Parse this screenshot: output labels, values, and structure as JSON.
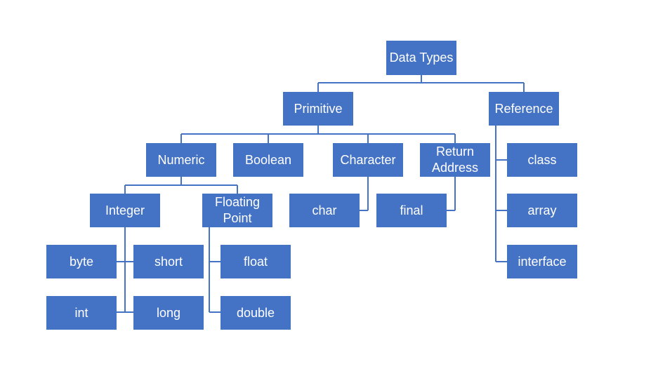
{
  "diagram": {
    "root": "Data Types",
    "primitive": "Primitive",
    "reference": "Reference",
    "numeric": "Numeric",
    "boolean": "Boolean",
    "character": "Character",
    "return_address": "Return\nAddress",
    "integer": "Integer",
    "floating_point": "Floating\nPoint",
    "char": "char",
    "final": "final",
    "class": "class",
    "array": "array",
    "interface": "interface",
    "byte": "byte",
    "short": "short",
    "int": "int",
    "long": "long",
    "float": "float",
    "double": "double"
  },
  "colors": {
    "node_fill": "#4472c4",
    "node_text": "#ffffff",
    "connector": "#4472c4"
  }
}
